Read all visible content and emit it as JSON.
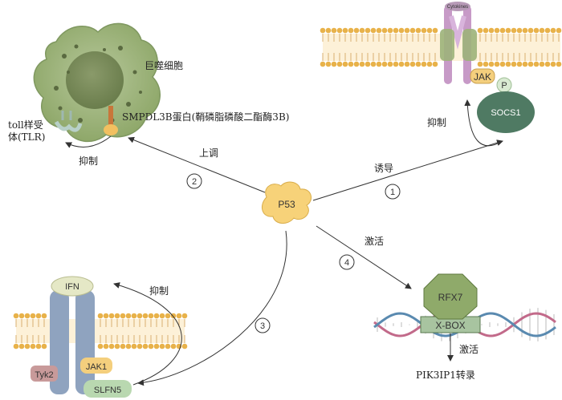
{
  "p53": "P53",
  "macrophage": {
    "label": "巨噬细胞",
    "smpdl3b": "SMPDL3B蛋白(鞘磷脂磷酸二酯酶3B)",
    "tlr_line1": "toll样受",
    "tlr_line2": "体(TLR)",
    "inhibit": "抑制"
  },
  "pathways": [
    {
      "number": "1",
      "label": "诱导"
    },
    {
      "number": "2",
      "label": "上调"
    },
    {
      "number": "3",
      "label": ""
    },
    {
      "number": "4",
      "label": "激活"
    }
  ],
  "jak_receptor": {
    "cytokines": "Cytokines",
    "jak": "JAK",
    "p": "P",
    "socs1": "SOCS1",
    "inhibit": "抑制"
  },
  "ifn_receptor": {
    "ifn": "IFN",
    "tyk2": "Tyk2",
    "jak1": "JAK1",
    "slfn5": "SLFN5",
    "inhibit": "抑制"
  },
  "dna": {
    "rfx7": "RFX7",
    "xbox": "X-BOX",
    "activate": "激活",
    "pik3ip1": "PIK3IP1转录"
  },
  "colors": {
    "membrane_head": "#e8b24a",
    "macrophage": "#9cb27a",
    "p53": "#f7d279",
    "socs1": "#4f7a63",
    "receptor": "#8fa3bf",
    "slfn5": "#b9d8b0",
    "rfx7": "#8faa6a",
    "jak": "#f4cf7d"
  }
}
